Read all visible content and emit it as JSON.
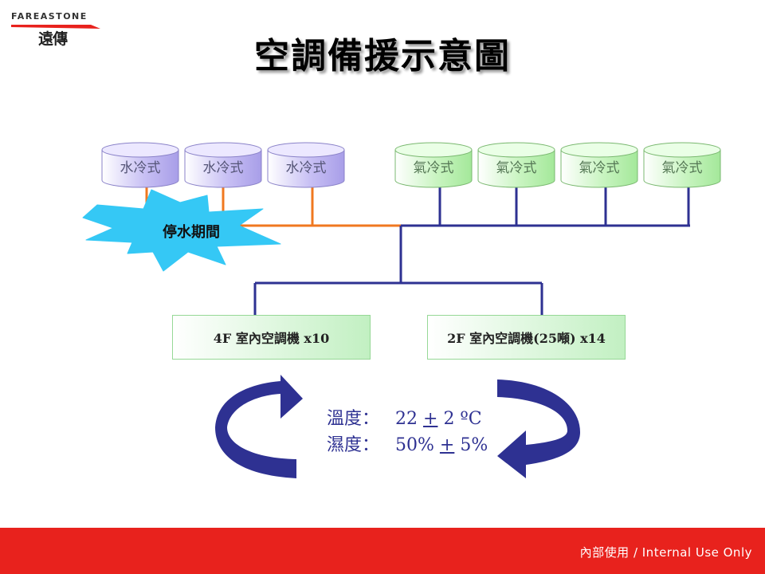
{
  "logo": {
    "en": "FAREASTONE",
    "zh": "遠傳"
  },
  "title": "空調備援示意圖",
  "water_units": [
    "水冷式",
    "水冷式",
    "水冷式"
  ],
  "air_units": [
    "氣冷式",
    "氣冷式",
    "氣冷式",
    "氣冷式"
  ],
  "outage_label": "停水期間",
  "boxes": {
    "floor4": "4F 室內空調機 x10",
    "floor2": "2F 室內空調機(25噸) x14"
  },
  "conditions": {
    "temp_label": "溫度：",
    "temp_value": "22",
    "temp_pm": "+",
    "temp_tol": "2 ºC",
    "humid_label": "濕度：",
    "humid_value": "50%",
    "humid_pm": "+",
    "humid_tol": "5%"
  },
  "footer": "內部使用 / Internal Use Only",
  "colors": {
    "water_line": "#f07820",
    "air_line": "#2e3192",
    "water_unit": "#b8b0f0",
    "air_unit": "#b8f0b0",
    "burst": "#35c8f5",
    "arrow": "#2e3192",
    "footer": "#e8221d"
  }
}
